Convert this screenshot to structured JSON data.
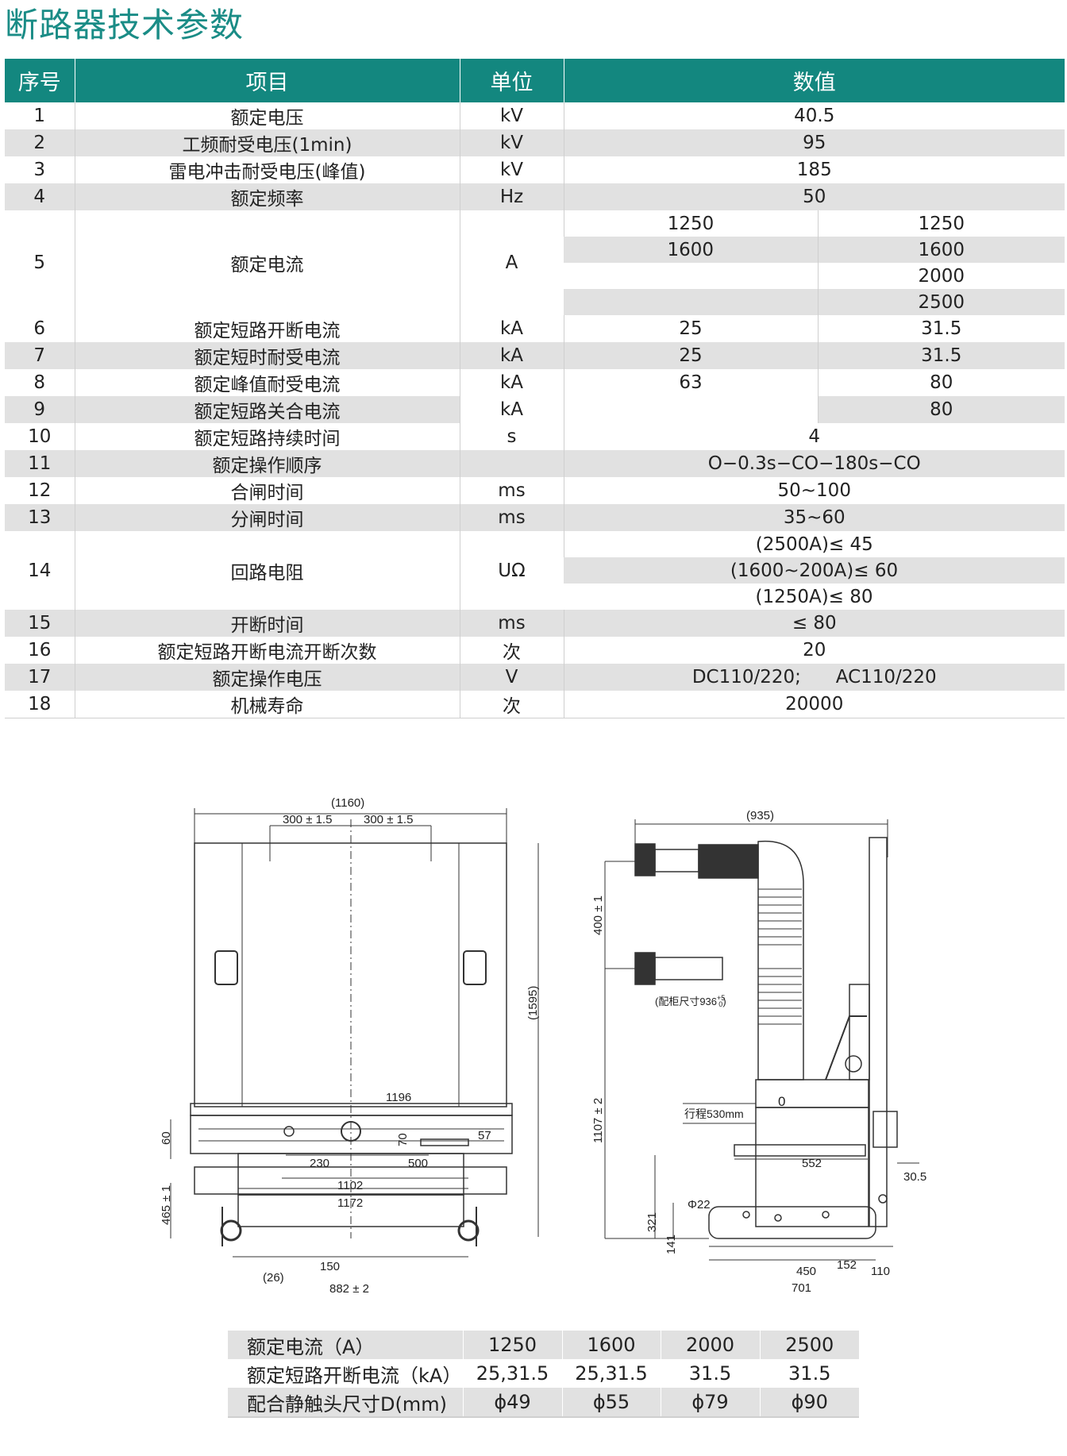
{
  "page": {
    "title": "断路器技术参数"
  },
  "spec_table": {
    "headers": [
      "序号",
      "项目",
      "单位",
      "数值"
    ],
    "rows": [
      {
        "no": "1",
        "item": "额定电压",
        "unit": "kV",
        "value": "40.5"
      },
      {
        "no": "2",
        "item": "工频耐受电压(1min)",
        "unit": "kV",
        "value": "95"
      },
      {
        "no": "3",
        "item": "雷电冲击耐受电压(峰值)",
        "unit": "kV",
        "value": "185"
      },
      {
        "no": "4",
        "item": "额定频率",
        "unit": "Hz",
        "value": "50"
      },
      {
        "no": "5",
        "item": "额定电流",
        "unit": "A",
        "values_a": [
          "1250",
          "1600"
        ],
        "values_b": [
          "1250",
          "1600",
          "2000",
          "2500"
        ]
      },
      {
        "no": "6",
        "item": "额定短路开断电流",
        "unit": "kA",
        "value_a": "25",
        "value_b": "31.5"
      },
      {
        "no": "7",
        "item": "额定短时耐受电流",
        "unit": "kA",
        "value_a": "25",
        "value_b": "31.5"
      },
      {
        "no": "8",
        "item": "额定峰值耐受电流",
        "unit": "kA",
        "value_a": "63",
        "value_b": "80"
      },
      {
        "no": "9",
        "item": "额定短路关合电流",
        "unit": "kA",
        "value_a": "",
        "value_b": "80"
      },
      {
        "no": "10",
        "item": "额定短路持续时间",
        "unit": "s",
        "value": "4"
      },
      {
        "no": "11",
        "item": "额定操作顺序",
        "unit": "",
        "value": "O−0.3s−CO−180s−CO"
      },
      {
        "no": "12",
        "item": "合闸时间",
        "unit": "ms",
        "value": "50~100"
      },
      {
        "no": "13",
        "item": "分闸时间",
        "unit": "ms",
        "value": "35~60"
      },
      {
        "no": "14",
        "item": "回路电阻",
        "unit": "UΩ",
        "values": [
          "(2500A)≤ 45",
          "(1600~200A)≤ 60",
          "(1250A)≤ 80"
        ]
      },
      {
        "no": "15",
        "item": "开断时间",
        "unit": "ms",
        "value": "≤ 80"
      },
      {
        "no": "16",
        "item": "额定短路开断电流开断次数",
        "unit": "次",
        "value": "20"
      },
      {
        "no": "17",
        "item": "额定操作电压",
        "unit": "V",
        "value": "DC110/220;      AC110/220"
      },
      {
        "no": "18",
        "item": "机械寿命",
        "unit": "次",
        "value": "20000"
      }
    ]
  },
  "drawing": {
    "front": {
      "overall_width": "(1160)",
      "half_left": "300 ± 1.5",
      "half_right": "300 ± 1.5",
      "height": "(1595)",
      "frame_width": "1196",
      "dim_60": "60",
      "dim_70": "70",
      "dim_57": "57",
      "dim_230": "230",
      "dim_500": "500",
      "dim_1102": "1102",
      "dim_1172": "1172",
      "dim_465": "465 ± 1",
      "dim_150": "150",
      "dim_26": "(26)",
      "dim_882": "882 ± 2"
    },
    "side": {
      "overall_width": "(935)",
      "dim_400": "400 ± 1",
      "cabinet_note": "(配柜尺寸936",
      "cabinet_tol": "+5",
      "cabinet_tol2": "0",
      "cabinet_close": ")",
      "dim_1107": "1107 ± 2",
      "stroke": "行程530mm",
      "mark_o": "0",
      "dim_552": "552",
      "dim_30_5": "30.5",
      "dim_phi22": "Φ22",
      "dim_321": "321",
      "dim_141": "141",
      "dim_450": "450",
      "dim_152": "152",
      "dim_110": "110",
      "dim_701": "701"
    }
  },
  "contact_table": {
    "rows": [
      {
        "label": "额定电流（A）",
        "values": [
          "1250",
          "1600",
          "2000",
          "2500"
        ]
      },
      {
        "label": "额定短路开断电流（kA）",
        "values": [
          "25,31.5",
          "25,31.5",
          "31.5",
          "31.5"
        ]
      },
      {
        "label": "配合静触头尺寸D(mm)",
        "values": [
          "ϕ49",
          "ϕ55",
          "ϕ79",
          "ϕ90"
        ]
      }
    ]
  }
}
